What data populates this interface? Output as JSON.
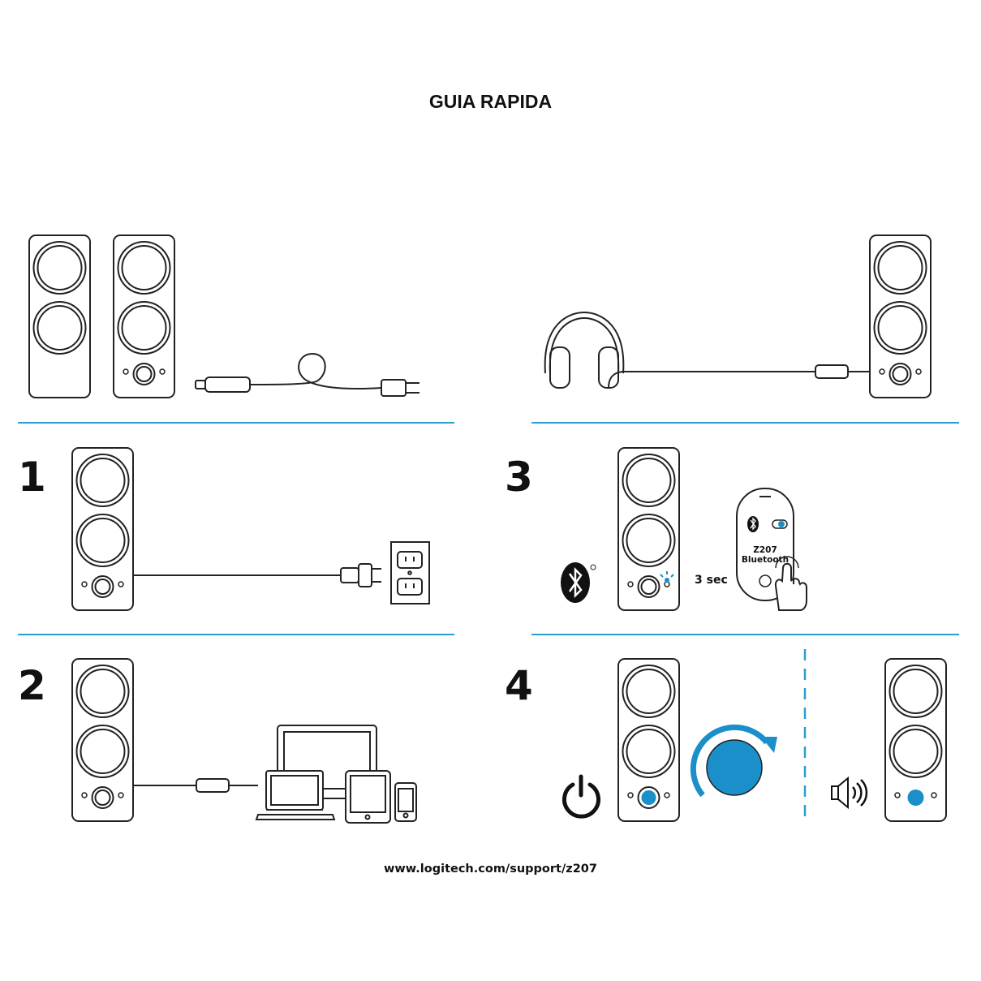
{
  "title": "GUIA RAPIDA",
  "footer_url": "www.logitech.com/support/z207",
  "steps": [
    {
      "number": "1"
    },
    {
      "number": "2"
    },
    {
      "number": "3",
      "hold_label": "3 sec",
      "phone_device_line1": "Z207",
      "phone_device_line2": "Bluetooth"
    },
    {
      "number": "4"
    }
  ],
  "colors": {
    "accent": "#1a8fc9",
    "divider": "#2a9fd0",
    "line": "#222222"
  },
  "icons": [
    "speaker-icon",
    "power-cable-icon",
    "headphones-icon",
    "wall-outlet-icon",
    "audio-jack-icon",
    "laptop-icon",
    "tablet-icon",
    "phone-icon",
    "bluetooth-icon",
    "hand-press-icon",
    "power-icon",
    "volume-icon",
    "rotate-arrow-icon"
  ]
}
